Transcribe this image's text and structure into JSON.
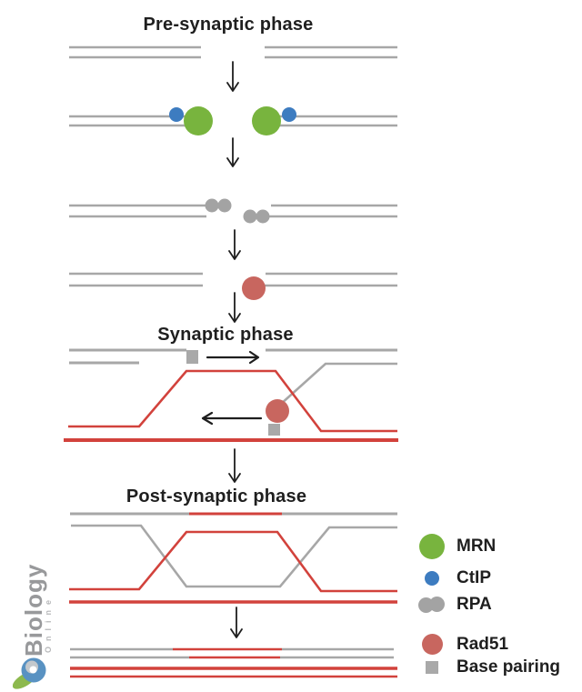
{
  "titles": {
    "pre": "Pre-synaptic phase",
    "synaptic": "Synaptic phase",
    "post": "Post-synaptic phase"
  },
  "legend": {
    "items": [
      {
        "id": "mrn",
        "label": "MRN",
        "marker": "green-circle"
      },
      {
        "id": "ctip",
        "label": "CtIP",
        "marker": "blue-circle"
      },
      {
        "id": "rpa",
        "label": "RPA",
        "marker": "gray-circle-dimer"
      },
      {
        "id": "rad51",
        "label": "Rad51",
        "marker": "red-circle"
      },
      {
        "id": "base_pairing",
        "label": "Base pairing",
        "marker": "gray-square"
      }
    ]
  },
  "watermark": {
    "brand": "Biology",
    "subtext": "Online"
  },
  "colors": {
    "dna_gray": "#a7a7a7",
    "dna_red": "#d2423c",
    "mrn_green": "#78b43e",
    "ctip_blue": "#3d7cc0",
    "rpa_gray": "#a3a3a3",
    "rad51_red": "#c8665f",
    "square_gray": "#a9a9a9",
    "arrow_black": "#1e1e1e",
    "text_dark": "#1f1f1f",
    "wm_gray": "#98999b",
    "wm_light": "#b7b8ba",
    "logo_blue": "#5992c2",
    "logo_gray": "#c3c8cc",
    "logo_green": "#8db94e"
  }
}
